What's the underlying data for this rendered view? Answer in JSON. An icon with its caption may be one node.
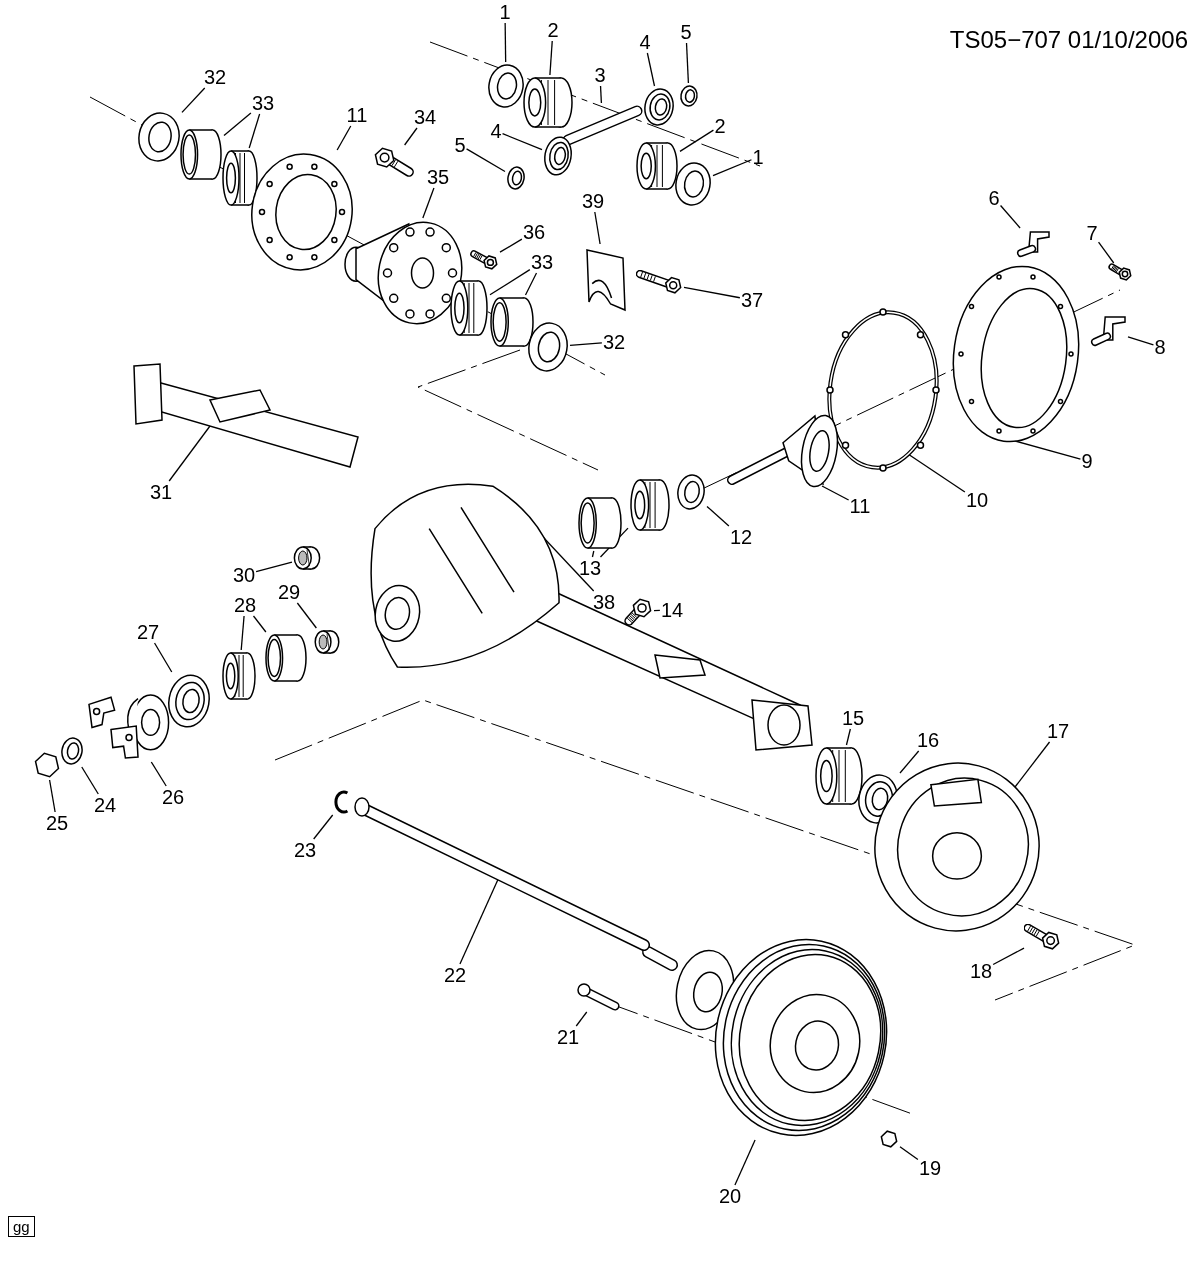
{
  "diagram": {
    "nodes": [
      {
        "text": [
          "1"
        ]
      },
      {
        "text": [],
        "shape": "picture"
      },
      {
        "text": [
          "2"
        ]
      },
      {
        "text": [],
        "shape": "picture"
      },
      {
        "text": [
          "3"
        ]
      },
      {
        "text": [],
        "shape": "picture"
      },
      {
        "text": [
          "4"
        ]
      },
      {
        "text": [],
        "shape": "picture"
      },
      {
        "text": [
          "5"
        ]
      },
      {
        "text": [],
        "shape": "picture"
      },
      {
        "text": [
          "32"
        ]
      },
      {
        "text": [],
        "shape": "picture"
      },
      {
        "text": [
          "33"
        ]
      },
      {
        "text": [],
        "shape": "picture"
      },
      {
        "text": [],
        "shape": "picture"
      },
      {
        "text": [
          "11"
        ]
      },
      {
        "text": [],
        "shape": "picture"
      },
      {
        "text": [
          "34"
        ]
      },
      {
        "text": [],
        "shape": "picture"
      },
      {
        "text": [
          "35"
        ]
      },
      {
        "text": [],
        "shape": "picture"
      },
      {
        "text": [
          "5"
        ]
      },
      {
        "text": [],
        "shape": "picture"
      },
      {
        "text": [
          "4"
        ]
      },
      {
        "text": [],
        "shape": "picture"
      },
      {
        "text": [
          "2"
        ]
      },
      {
        "text": [],
        "shape": "picture"
      },
      {
        "text": [
          "1"
        ]
      },
      {
        "text": [],
        "shape": "picture"
      },
      {
        "text": [
          "39"
        ]
      },
      {
        "text": [],
        "shape": "picture"
      },
      {
        "text": [
          "36"
        ]
      },
      {
        "text": [],
        "shape": "picture"
      },
      {
        "text": [
          "33"
        ]
      },
      {
        "text": [],
        "shape": "picture"
      },
      {
        "text": [],
        "shape": "picture"
      },
      {
        "text": [
          "37"
        ]
      },
      {
        "text": [],
        "shape": "picture"
      },
      {
        "text": [
          "32"
        ]
      },
      {
        "text": [],
        "shape": "picture"
      },
      {
        "text": [
          "6"
        ]
      },
      {
        "text": [],
        "shape": "picture"
      },
      {
        "text": [
          "7"
        ]
      },
      {
        "text": [],
        "shape": "picture"
      },
      {
        "text": [
          "8"
        ]
      },
      {
        "text": [],
        "shape": "picture"
      },
      {
        "text": [
          "9"
        ]
      },
      {
        "text": [],
        "shape": "picture"
      },
      {
        "text": [
          "10"
        ]
      },
      {
        "text": [],
        "shape": "picture"
      },
      {
        "text": [
          "11"
        ]
      },
      {
        "text": [],
        "shape": "picture"
      },
      {
        "text": [
          "12"
        ]
      },
      {
        "text": [],
        "shape": "picture"
      },
      {
        "text": [
          "13"
        ]
      },
      {
        "text": [],
        "shape": "picture"
      },
      {
        "text": [],
        "shape": "picture"
      },
      {
        "text": [
          "31"
        ]
      },
      {
        "text": [],
        "shape": "picture"
      },
      {
        "text": [
          "38"
        ]
      },
      {
        "text": [],
        "shape": "picture"
      },
      {
        "text": [
          "14"
        ]
      },
      {
        "text": [],
        "shape": "picture"
      },
      {
        "text": [
          "30"
        ]
      },
      {
        "text": [],
        "shape": "picture"
      },
      {
        "text": [
          "29"
        ]
      },
      {
        "text": [],
        "shape": "picture"
      },
      {
        "text": [
          "28"
        ]
      },
      {
        "text": [],
        "shape": "picture"
      },
      {
        "text": [],
        "shape": "picture"
      },
      {
        "text": [
          "27"
        ]
      },
      {
        "text": [],
        "shape": "picture"
      },
      {
        "text": [
          "26"
        ]
      },
      {
        "text": [],
        "shape": "picture"
      },
      {
        "text": [
          "24"
        ]
      },
      {
        "text": [],
        "shape": "picture"
      },
      {
        "text": [
          "25"
        ]
      },
      {
        "text": [],
        "shape": "picture"
      },
      {
        "text": [
          "15"
        ]
      },
      {
        "text": [],
        "shape": "picture"
      },
      {
        "text": [
          "16"
        ]
      },
      {
        "text": [],
        "shape": "picture"
      },
      {
        "text": [
          "17"
        ]
      },
      {
        "text": [],
        "shape": "picture"
      },
      {
        "text": [
          "18"
        ]
      },
      {
        "text": [],
        "shape": "picture"
      },
      {
        "text": [
          "23"
        ]
      },
      {
        "text": [],
        "shape": "picture"
      },
      {
        "text": [
          "22"
        ]
      },
      {
        "text": [],
        "shape": "picture"
      },
      {
        "text": [
          "21"
        ]
      },
      {
        "text": [],
        "shape": "picture"
      },
      {
        "text": [
          "20"
        ]
      },
      {
        "text": [],
        "shape": "picture"
      },
      {
        "text": [
          "19"
        ]
      },
      {
        "text": [],
        "shape": "picture"
      }
    ],
    "edges": [
      {
        "from": 0,
        "to": 1,
        "arrow": "none"
      },
      {
        "from": 2,
        "to": 3,
        "arrow": "none"
      },
      {
        "from": 4,
        "to": 5,
        "arrow": "none"
      },
      {
        "from": 6,
        "to": 7,
        "arrow": "none"
      },
      {
        "from": 8,
        "to": 9,
        "arrow": "none"
      },
      {
        "from": 10,
        "to": 11,
        "arrow": "none"
      },
      {
        "from": 12,
        "to": 13,
        "arrow": "none"
      },
      {
        "from": 12,
        "to": 14,
        "arrow": "none"
      },
      {
        "from": 15,
        "to": 16,
        "arrow": "none"
      },
      {
        "from": 17,
        "to": 18,
        "arrow": "none"
      },
      {
        "from": 19,
        "to": 20,
        "arrow": "none"
      },
      {
        "from": 21,
        "to": 22,
        "arrow": "none"
      },
      {
        "from": 23,
        "to": 24,
        "arrow": "none"
      },
      {
        "from": 25,
        "to": 26,
        "arrow": "none"
      },
      {
        "from": 27,
        "to": 28,
        "arrow": "none"
      },
      {
        "from": 29,
        "to": 30,
        "arrow": "none"
      },
      {
        "from": 31,
        "to": 32,
        "arrow": "none"
      },
      {
        "from": 33,
        "to": 34,
        "arrow": "none"
      },
      {
        "from": 33,
        "to": 35,
        "arrow": "none"
      },
      {
        "from": 36,
        "to": 37,
        "arrow": "none"
      },
      {
        "from": 38,
        "to": 39,
        "arrow": "none"
      },
      {
        "from": 40,
        "to": 41,
        "arrow": "none"
      },
      {
        "from": 42,
        "to": 43,
        "arrow": "none"
      },
      {
        "from": 44,
        "to": 45,
        "arrow": "none"
      },
      {
        "from": 46,
        "to": 47,
        "arrow": "none"
      },
      {
        "from": 48,
        "to": 49,
        "arrow": "none"
      },
      {
        "from": 50,
        "to": 51,
        "arrow": "none"
      },
      {
        "from": 52,
        "to": 53,
        "arrow": "none"
      },
      {
        "from": 54,
        "to": 55,
        "arrow": "none"
      },
      {
        "from": 54,
        "to": 56,
        "arrow": "none"
      },
      {
        "from": 57,
        "to": 58,
        "arrow": "none"
      },
      {
        "from": 59,
        "to": 60,
        "arrow": "none"
      },
      {
        "from": 61,
        "to": 62,
        "arrow": "none"
      },
      {
        "from": 63,
        "to": 64,
        "arrow": "none"
      },
      {
        "from": 65,
        "to": 66,
        "arrow": "none"
      },
      {
        "from": 67,
        "to": 68,
        "arrow": "none"
      },
      {
        "from": 67,
        "to": 69,
        "arrow": "none"
      },
      {
        "from": 70,
        "to": 71,
        "arrow": "none"
      },
      {
        "from": 72,
        "to": 73,
        "arrow": "none"
      },
      {
        "from": 74,
        "to": 75,
        "arrow": "none"
      },
      {
        "from": 76,
        "to": 77,
        "arrow": "none"
      },
      {
        "from": 78,
        "to": 79,
        "arrow": "none"
      },
      {
        "from": 80,
        "to": 81,
        "arrow": "none"
      },
      {
        "from": 82,
        "to": 83,
        "arrow": "none"
      },
      {
        "from": 84,
        "to": 85,
        "arrow": "none"
      },
      {
        "from": 86,
        "to": 87,
        "arrow": "none"
      },
      {
        "from": 88,
        "to": 89,
        "arrow": "none"
      },
      {
        "from": 90,
        "to": 91,
        "arrow": "none"
      },
      {
        "from": 92,
        "to": 93,
        "arrow": "none"
      },
      {
        "from": 94,
        "to": 95,
        "arrow": "none"
      }
    ],
    "labels": [
      "TS05−707 01/10/2006",
      "gg"
    ]
  }
}
